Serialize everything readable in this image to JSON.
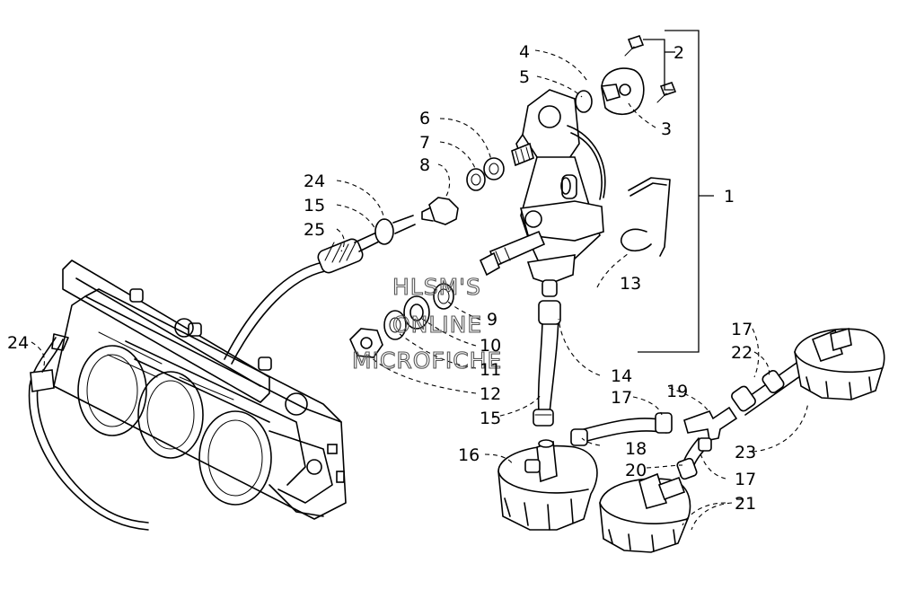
{
  "watermark": {
    "line1": "HLSM'S",
    "line2": "ONLINE",
    "line3": "MICROFICHE"
  },
  "callouts": {
    "c1": "1",
    "c2": "2",
    "c3": "3",
    "c4": "4",
    "c5": "5",
    "c6": "6",
    "c7": "7",
    "c8": "8",
    "c9": "9",
    "c10": "10",
    "c11": "11",
    "c12": "12",
    "c13": "13",
    "c14": "14",
    "c15a": "15",
    "c15b": "15",
    "c16": "16",
    "c17a": "17",
    "c17b": "17",
    "c17c": "17",
    "c18": "18",
    "c19": "19",
    "c20": "20",
    "c21": "21",
    "c22": "22",
    "c23": "23",
    "c24a": "24",
    "c24b": "24",
    "c25": "25"
  }
}
